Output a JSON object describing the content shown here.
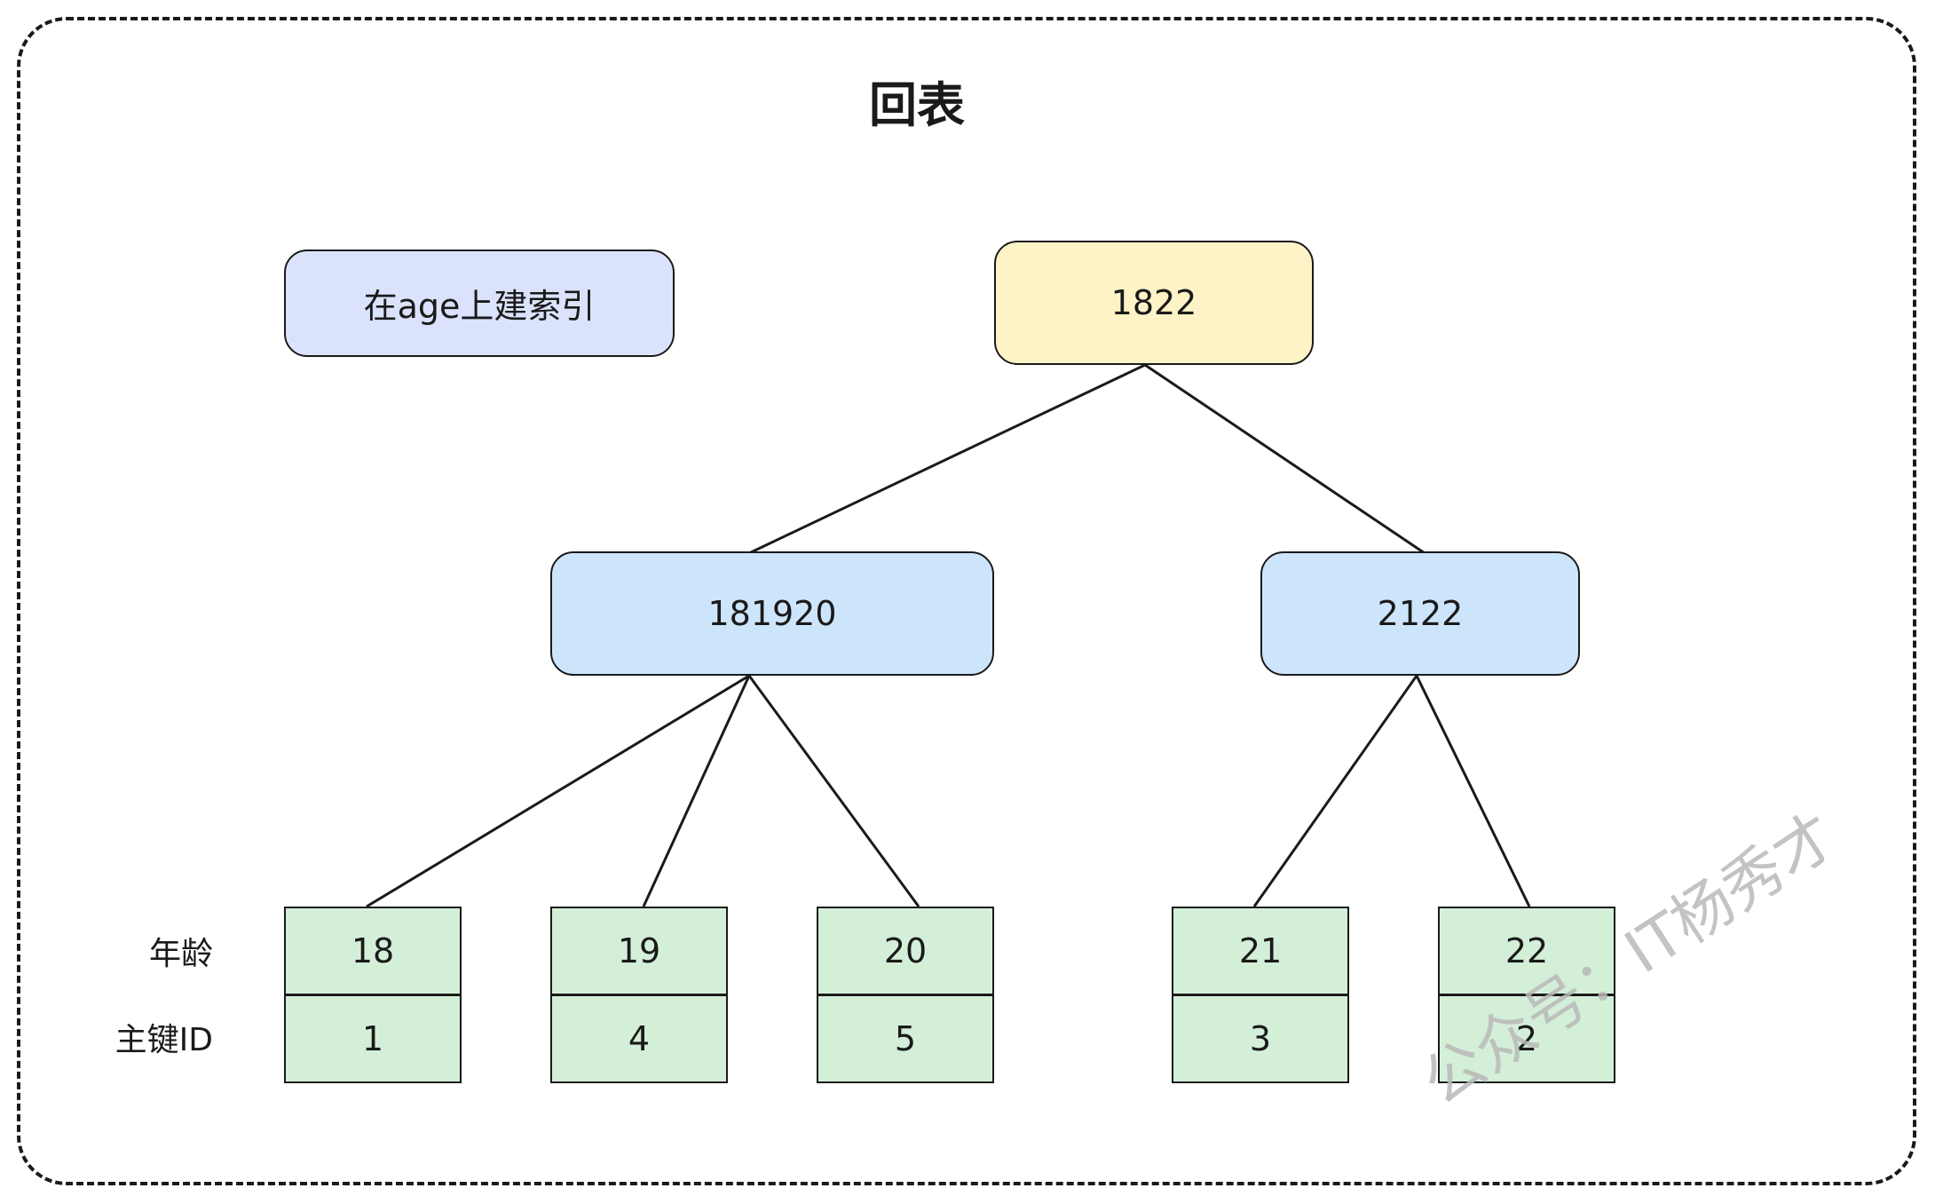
{
  "title": "回表",
  "note": "在age上建索引",
  "tree": {
    "root": [
      "18",
      "22"
    ],
    "mid_left": [
      "18",
      "19",
      "20"
    ],
    "mid_right": [
      "21",
      "22"
    ]
  },
  "row_labels": {
    "age": "年龄",
    "primary_key": "主键ID"
  },
  "leaves": [
    {
      "age": "18",
      "id": "1"
    },
    {
      "age": "19",
      "id": "4"
    },
    {
      "age": "20",
      "id": "5"
    },
    {
      "age": "21",
      "id": "3"
    },
    {
      "age": "22",
      "id": "2"
    }
  ],
  "watermark": "公众号：IT杨秀才",
  "colors": {
    "note": "#dbe3fc",
    "root": "#fdf3c7",
    "internal": "#cde5fb",
    "leaf": "#d4efd8"
  }
}
